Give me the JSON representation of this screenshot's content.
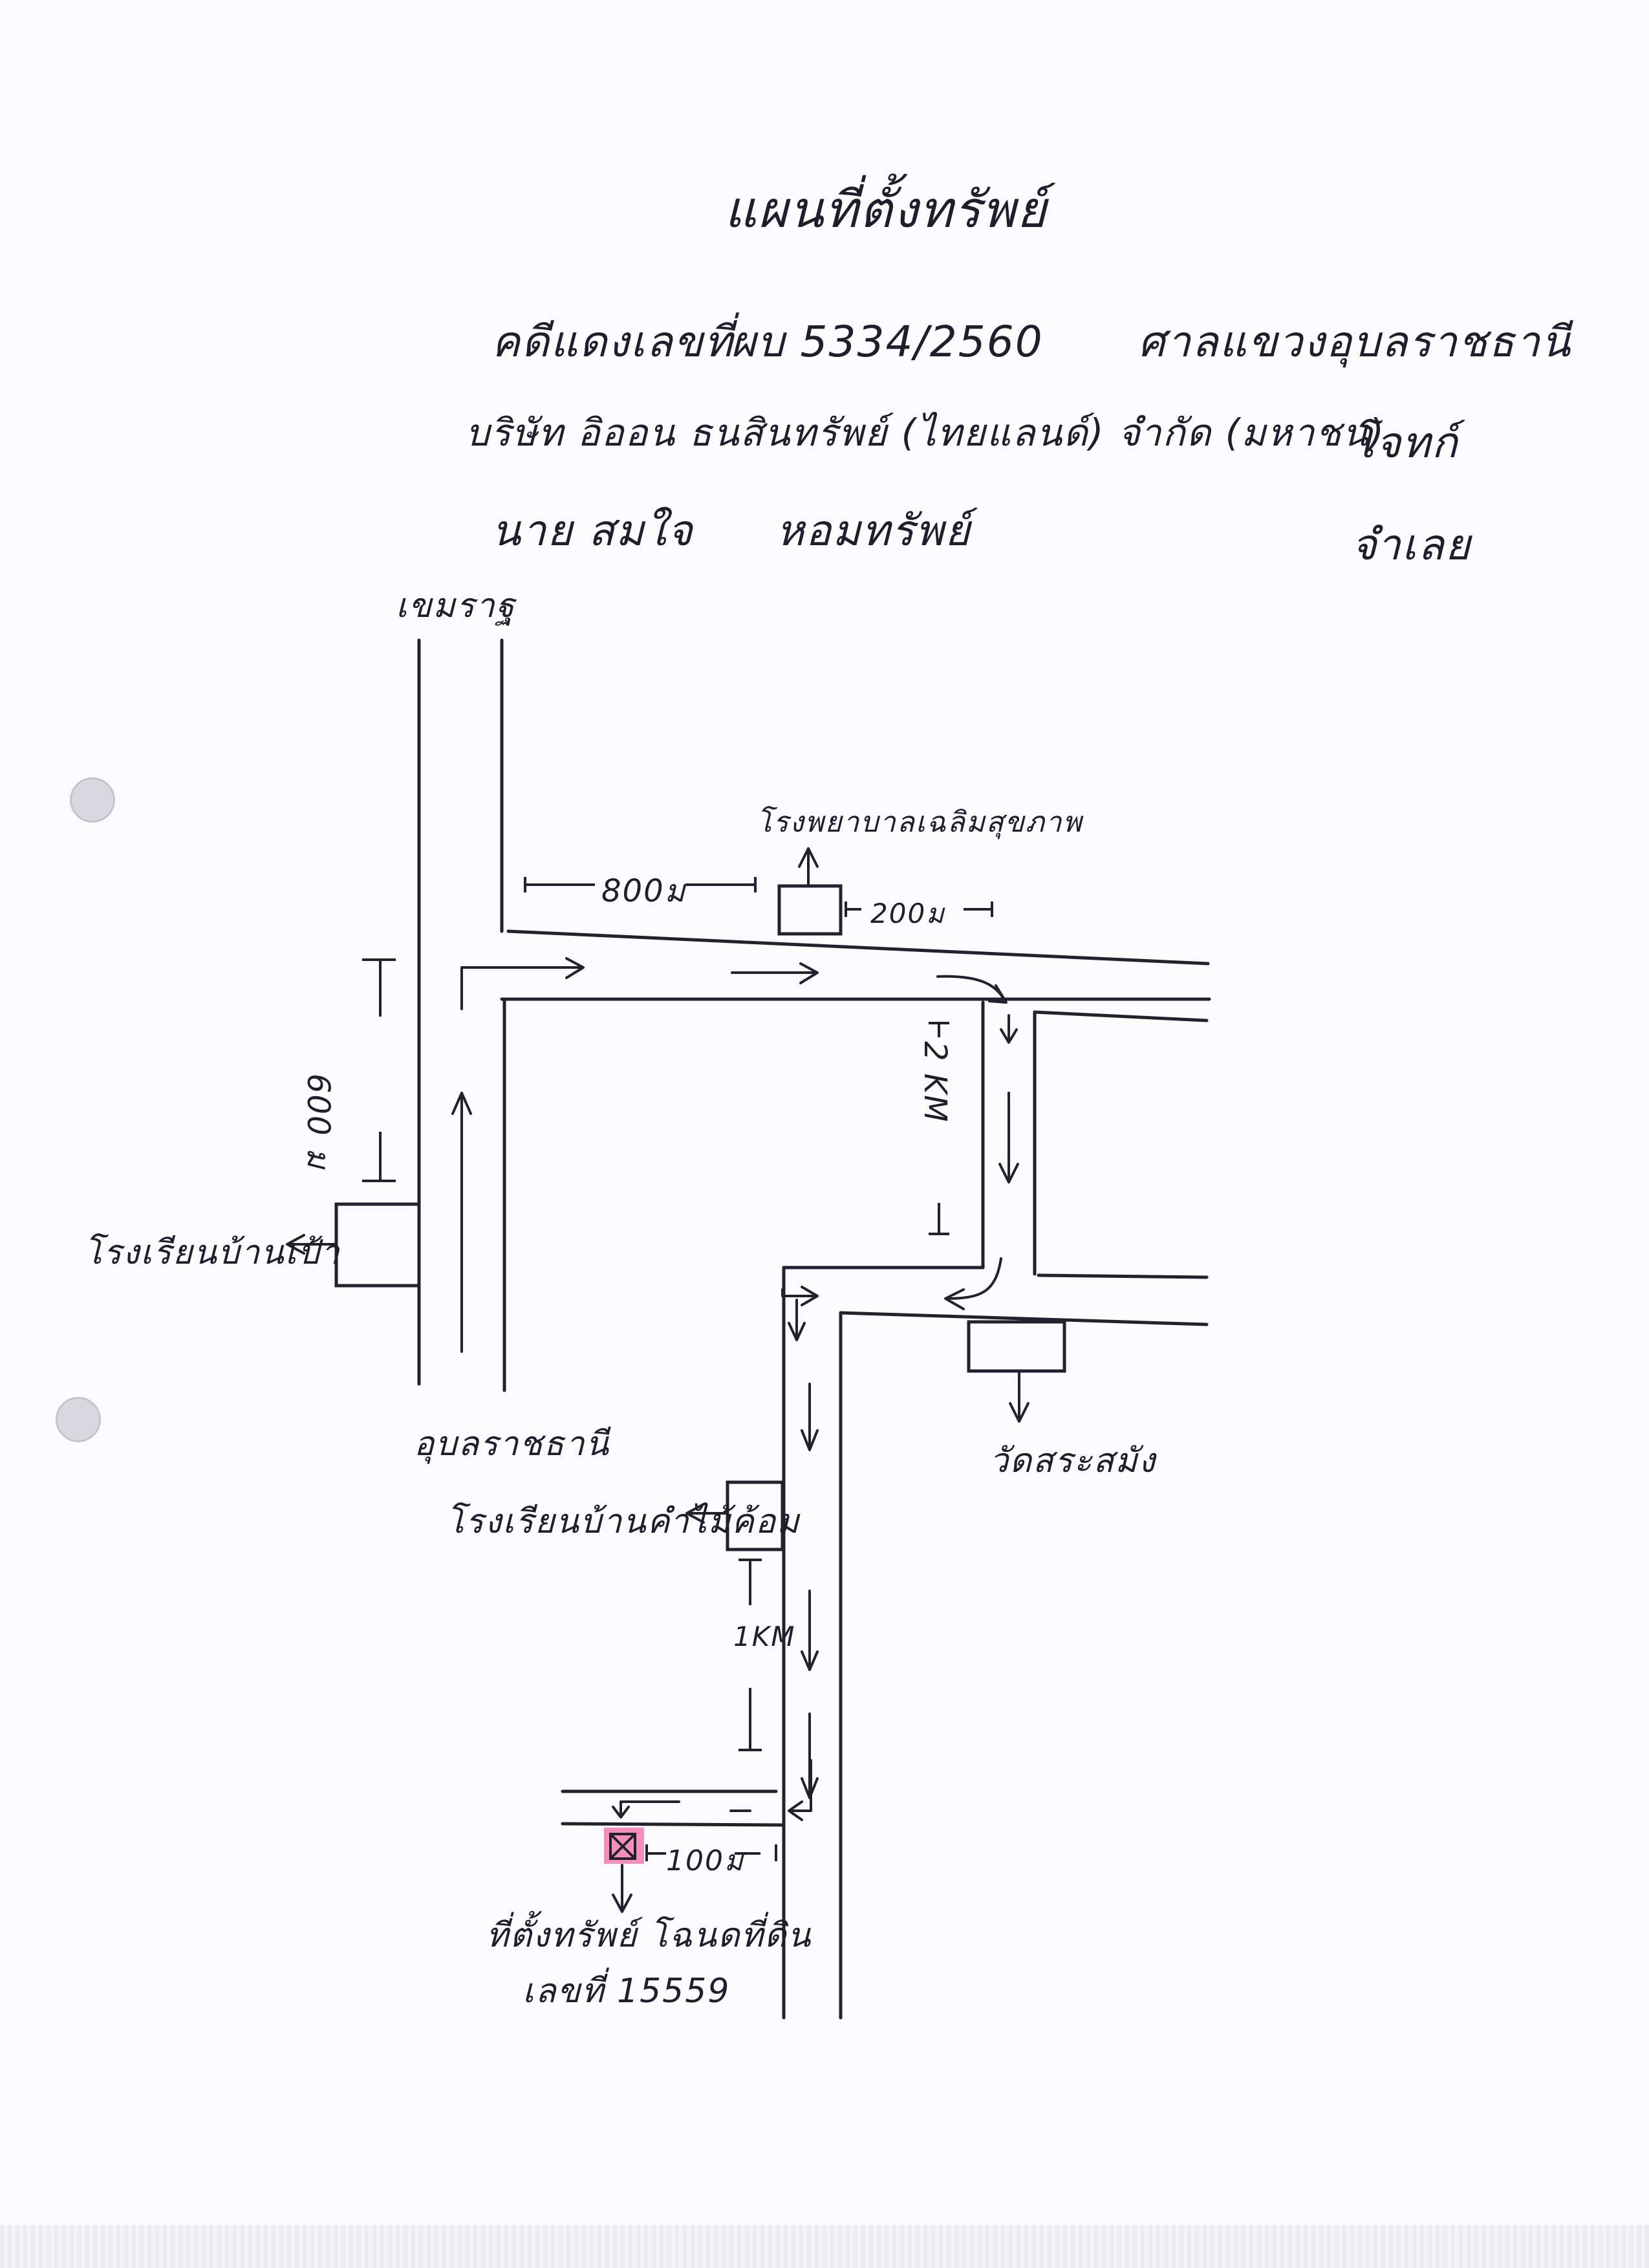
{
  "document": {
    "title": "แผนที่ตั้งทรัพย์",
    "case_line": {
      "case_label": "คดีแดงเลขที่",
      "case_number": "ผบ 5334/2560",
      "court": "ศาลแขวงอุบลราชธานี"
    },
    "plaintiff_line": {
      "plaintiff": "บริษัท อิออน ธนสินทรัพย์ (ไทยแลนด์) จำกัด (มหาชน)",
      "role": "โจทก์"
    },
    "defendant_line": {
      "defendant": "นาย สมใจ",
      "surname": "หอมทรัพย์",
      "role": "จำเลย"
    }
  },
  "map": {
    "roads": {
      "north_road": "เขมราฐ",
      "south_label": "อุบลราชธานี"
    },
    "landmarks": {
      "school_top": "โรงพยาบาลเฉลิมสุขภาพ",
      "school_left": "โรงเรียนบ้านเป้า",
      "temple": "วัดสระสมัง",
      "school_middle": "โรงเรียนบ้านคำไม้ค้อม"
    },
    "distances": {
      "d_800": "800ม",
      "d_200": "200ม",
      "d_600": "600 ม",
      "d_2km": "2 KM",
      "d_1km": "1KM",
      "d_100": "100ม"
    },
    "property": {
      "label_line1": "ที่ตั้งทรัพย์ โฉนดที่ดิน",
      "label_line2": "เลขที่ 15559",
      "highlight_color": "#f27ab2",
      "marker_icon": "crossed-box-icon"
    }
  }
}
